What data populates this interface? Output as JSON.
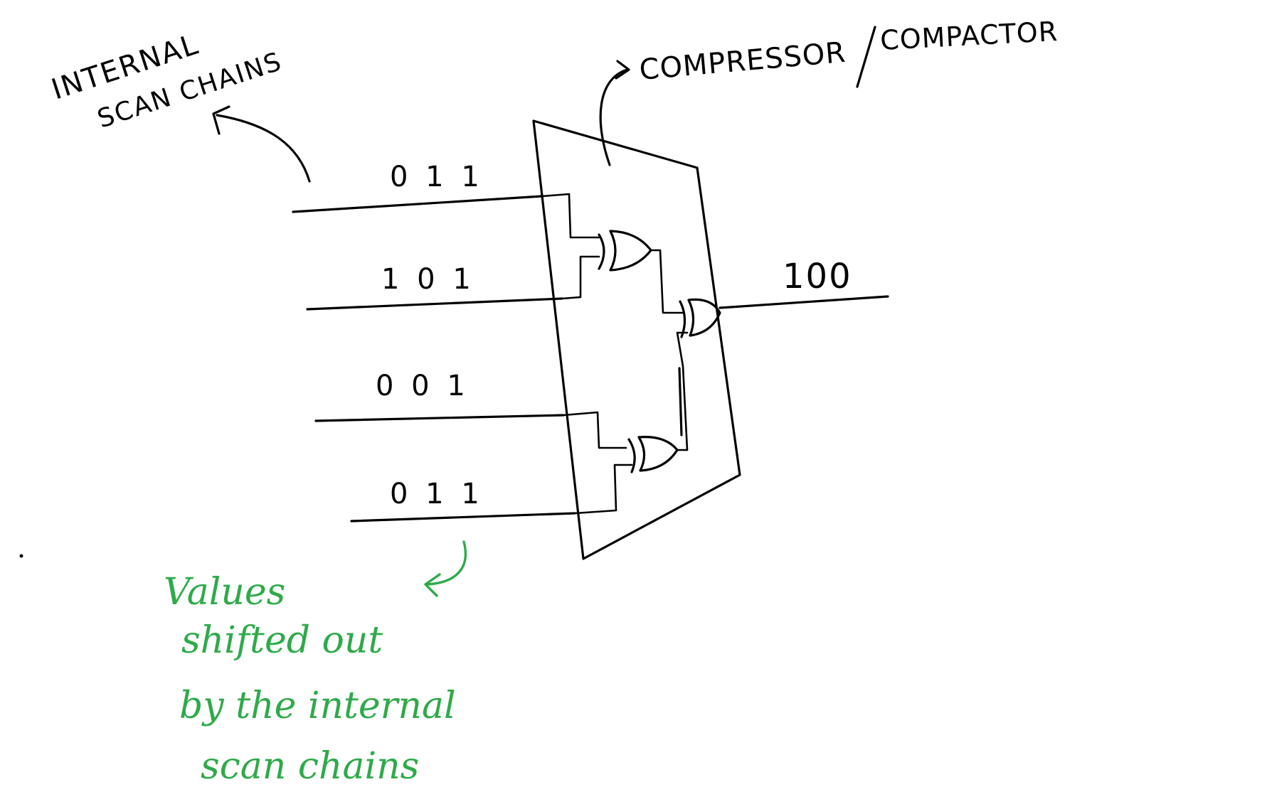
{
  "labels": {
    "scan_chains_line1": "INTERNAL",
    "scan_chains_line2": "SCAN CHAINS",
    "compressor": "COMPRESSOR",
    "compactor": "COMPACTOR",
    "output_value": "100"
  },
  "chains": [
    {
      "value": "0 1 1"
    },
    {
      "value": "1 0 1"
    },
    {
      "value": "0 0 1"
    },
    {
      "value": "0 1 1"
    }
  ],
  "note": {
    "line1": "Values",
    "line2": "shifted out",
    "line3": "by the internal",
    "line4": "scan chains"
  },
  "colors": {
    "ink": "#000000",
    "note": "#2eaa4a",
    "background": "#ffffff"
  }
}
